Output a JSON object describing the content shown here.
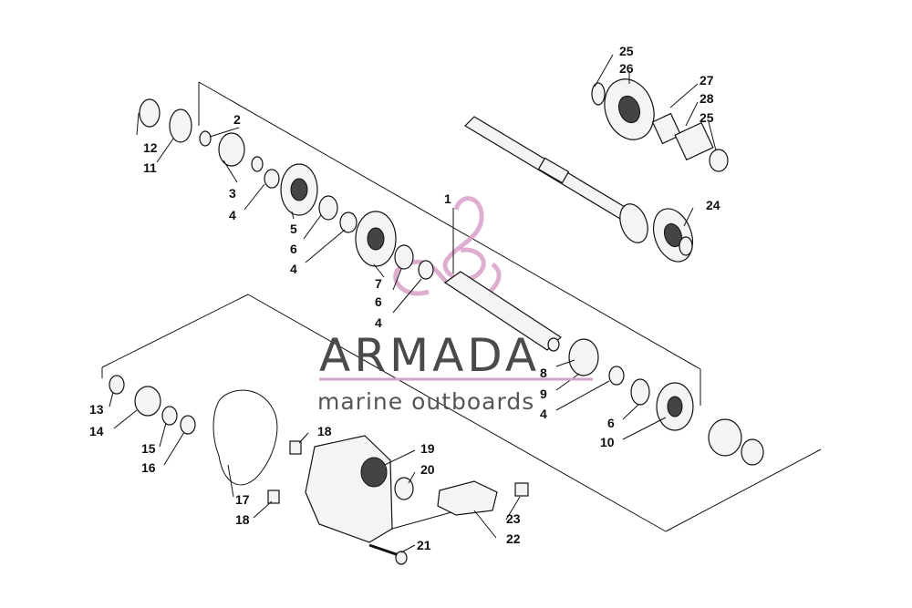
{
  "watermark": {
    "brand": "ARMADA",
    "tagline": "marine outboards",
    "logo_color": "#d9a0c8"
  },
  "callouts": [
    {
      "id": "c1",
      "text": "1"
    },
    {
      "id": "c2",
      "text": "2"
    },
    {
      "id": "c3",
      "text": "3"
    },
    {
      "id": "c4a",
      "text": "4"
    },
    {
      "id": "c5",
      "text": "5"
    },
    {
      "id": "c6a",
      "text": "6"
    },
    {
      "id": "c4b",
      "text": "4"
    },
    {
      "id": "c7",
      "text": "7"
    },
    {
      "id": "c6b",
      "text": "6"
    },
    {
      "id": "c4c",
      "text": "4"
    },
    {
      "id": "c8",
      "text": "8"
    },
    {
      "id": "c9",
      "text": "9"
    },
    {
      "id": "c4d",
      "text": "4"
    },
    {
      "id": "c6c",
      "text": "6"
    },
    {
      "id": "c10",
      "text": "10"
    },
    {
      "id": "c11",
      "text": "11"
    },
    {
      "id": "c12",
      "text": "12"
    },
    {
      "id": "c13",
      "text": "13"
    },
    {
      "id": "c14",
      "text": "14"
    },
    {
      "id": "c15",
      "text": "15"
    },
    {
      "id": "c16",
      "text": "16"
    },
    {
      "id": "c17",
      "text": "17"
    },
    {
      "id": "c18a",
      "text": "18"
    },
    {
      "id": "c18b",
      "text": "18"
    },
    {
      "id": "c19",
      "text": "19"
    },
    {
      "id": "c20",
      "text": "20"
    },
    {
      "id": "c21",
      "text": "21"
    },
    {
      "id": "c22",
      "text": "22"
    },
    {
      "id": "c23",
      "text": "23"
    },
    {
      "id": "c24",
      "text": "24"
    },
    {
      "id": "c25a",
      "text": "25"
    },
    {
      "id": "c26",
      "text": "26"
    },
    {
      "id": "c27",
      "text": "27"
    },
    {
      "id": "c28",
      "text": "28"
    },
    {
      "id": "c25b",
      "text": "25"
    }
  ]
}
